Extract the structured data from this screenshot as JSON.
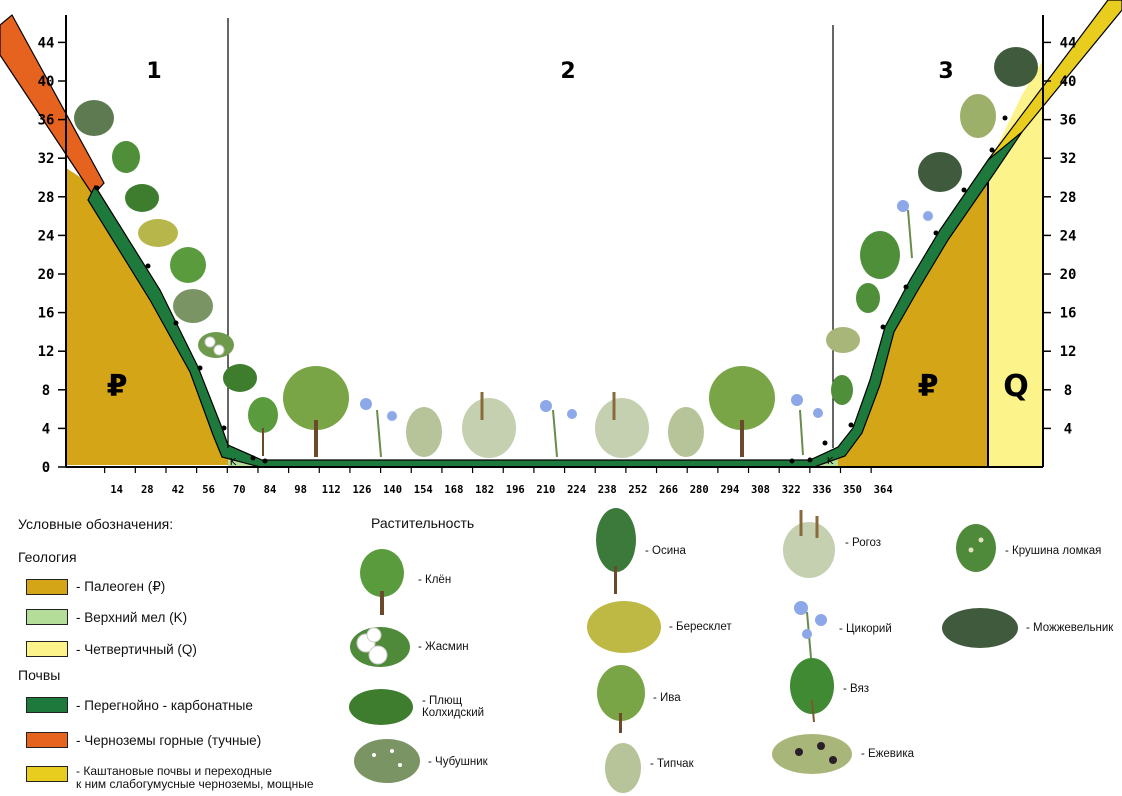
{
  "zones": [
    "1",
    "2",
    "3"
  ],
  "y_axis_ticks": [
    "0",
    "4",
    "8",
    "12",
    "16",
    "20",
    "24",
    "28",
    "32",
    "36",
    "40",
    "44"
  ],
  "y_axis_right_ticks": [
    "4",
    "8",
    "12",
    "16",
    "20",
    "24",
    "28",
    "32",
    "36",
    "40",
    "44"
  ],
  "x_axis_ticks": [
    "14",
    "28",
    "42",
    "56",
    "70",
    "84",
    "98",
    "112",
    "126",
    "140",
    "154",
    "168",
    "182",
    "196",
    "210",
    "224",
    "238",
    "252",
    "266",
    "280",
    "294",
    "308",
    "322",
    "336",
    "350",
    "364"
  ],
  "profile_symbols": {
    "paleogene": "₽",
    "paleogene_right": "₽",
    "quaternary": "Q",
    "cretaceous_left": "K",
    "cretaceous_right": "K"
  },
  "colors": {
    "paleogene": "#d4a617",
    "cretaceous": "#b5dd9a",
    "quaternary": "#fdf38b",
    "humus_carbonate": "#1e7a3c",
    "mountain_chernozem": "#e5621f",
    "chestnut": "#e8cd1f"
  },
  "legend": {
    "title": "Условные обозначения:",
    "geology_heading": "Геология",
    "geology": [
      {
        "label": "- Палеоген (₽)",
        "color": "#d4a617"
      },
      {
        "label": "- Верхний мел (K)",
        "color": "#b5dd9a"
      },
      {
        "label": "- Четвертичный (Q)",
        "color": "#fdf38b"
      }
    ],
    "soils_heading": "Почвы",
    "soils": [
      {
        "label": "- Перегнойно - карбонатные",
        "color": "#1e7a3c"
      },
      {
        "label": "- Черноземы горные (тучные)",
        "color": "#e5621f"
      },
      {
        "label_line1": "- Каштановые почвы и переходные",
        "label_line2": "к ним слабогумусные черноземы, мощные",
        "color": "#e8cd1f"
      }
    ]
  },
  "vegetation": {
    "title": "Растительность",
    "items": [
      {
        "label": "- Клён",
        "icon": "maple-icon"
      },
      {
        "label": "- Жасмин",
        "icon": "jasmine-icon"
      },
      {
        "label_line1": "- Плющ",
        "label_line2": "Колхидский",
        "icon": "ivy-icon"
      },
      {
        "label": "- Чубушник",
        "icon": "mock-orange-icon"
      },
      {
        "label": "- Осина",
        "icon": "aspen-icon"
      },
      {
        "label": "- Бересклет",
        "icon": "euonymus-icon"
      },
      {
        "label": "- Ива",
        "icon": "willow-icon"
      },
      {
        "label": "- Типчак",
        "icon": "fescue-icon"
      },
      {
        "label": "- Рогоз",
        "icon": "cattail-icon"
      },
      {
        "label": "- Цикорий",
        "icon": "chicory-icon"
      },
      {
        "label": "- Вяз",
        "icon": "elm-icon"
      },
      {
        "label": "- Ежевика",
        "icon": "blackberry-icon"
      },
      {
        "label": "- Крушина ломкая",
        "icon": "buckthorn-icon"
      },
      {
        "label": "- Можжевельник",
        "icon": "juniper-icon"
      }
    ]
  }
}
